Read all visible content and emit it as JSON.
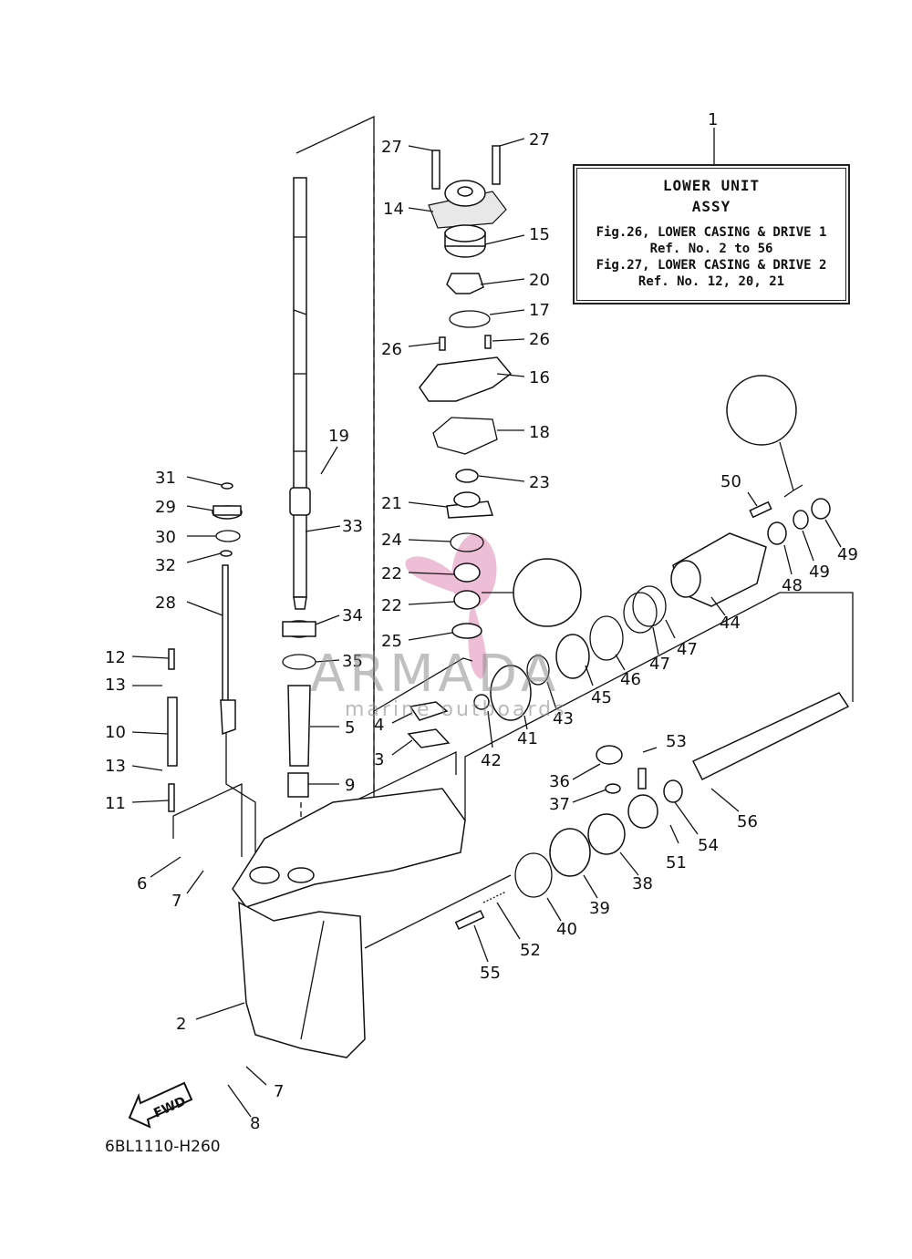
{
  "info_box": {
    "line1": "LOWER  UNIT",
    "line2": "ASSY",
    "ref1a": "Fig.26, LOWER CASING & DRIVE 1",
    "ref1b": "Ref. No. 2 to 56",
    "ref2a": "Fig.27, LOWER CASING & DRIVE 2",
    "ref2b": "Ref. No. 12, 20, 21"
  },
  "drawing_code": "6BL1110-H260",
  "fwd_label": "FWD",
  "watermark": {
    "brand": "ARMADA",
    "tagline": "marine outboards"
  },
  "callouts": [
    "1",
    "2",
    "3",
    "4",
    "5",
    "6",
    "7",
    "7",
    "8",
    "9",
    "10",
    "11",
    "12",
    "13",
    "13",
    "14",
    "15",
    "16",
    "17",
    "18",
    "19",
    "20",
    "21",
    "22",
    "22",
    "23",
    "24",
    "25",
    "26",
    "26",
    "27",
    "27",
    "28",
    "29",
    "30",
    "31",
    "32",
    "33",
    "34",
    "35",
    "36",
    "37",
    "38",
    "39",
    "40",
    "41",
    "42",
    "43",
    "44",
    "45",
    "46",
    "47",
    "47",
    "48",
    "49",
    "49",
    "50",
    "51",
    "52",
    "53",
    "54",
    "55",
    "56"
  ],
  "colors": {
    "line": "#111111",
    "watermark_text": "#8d8d8d",
    "watermark_logo": "#e7a9c9"
  }
}
